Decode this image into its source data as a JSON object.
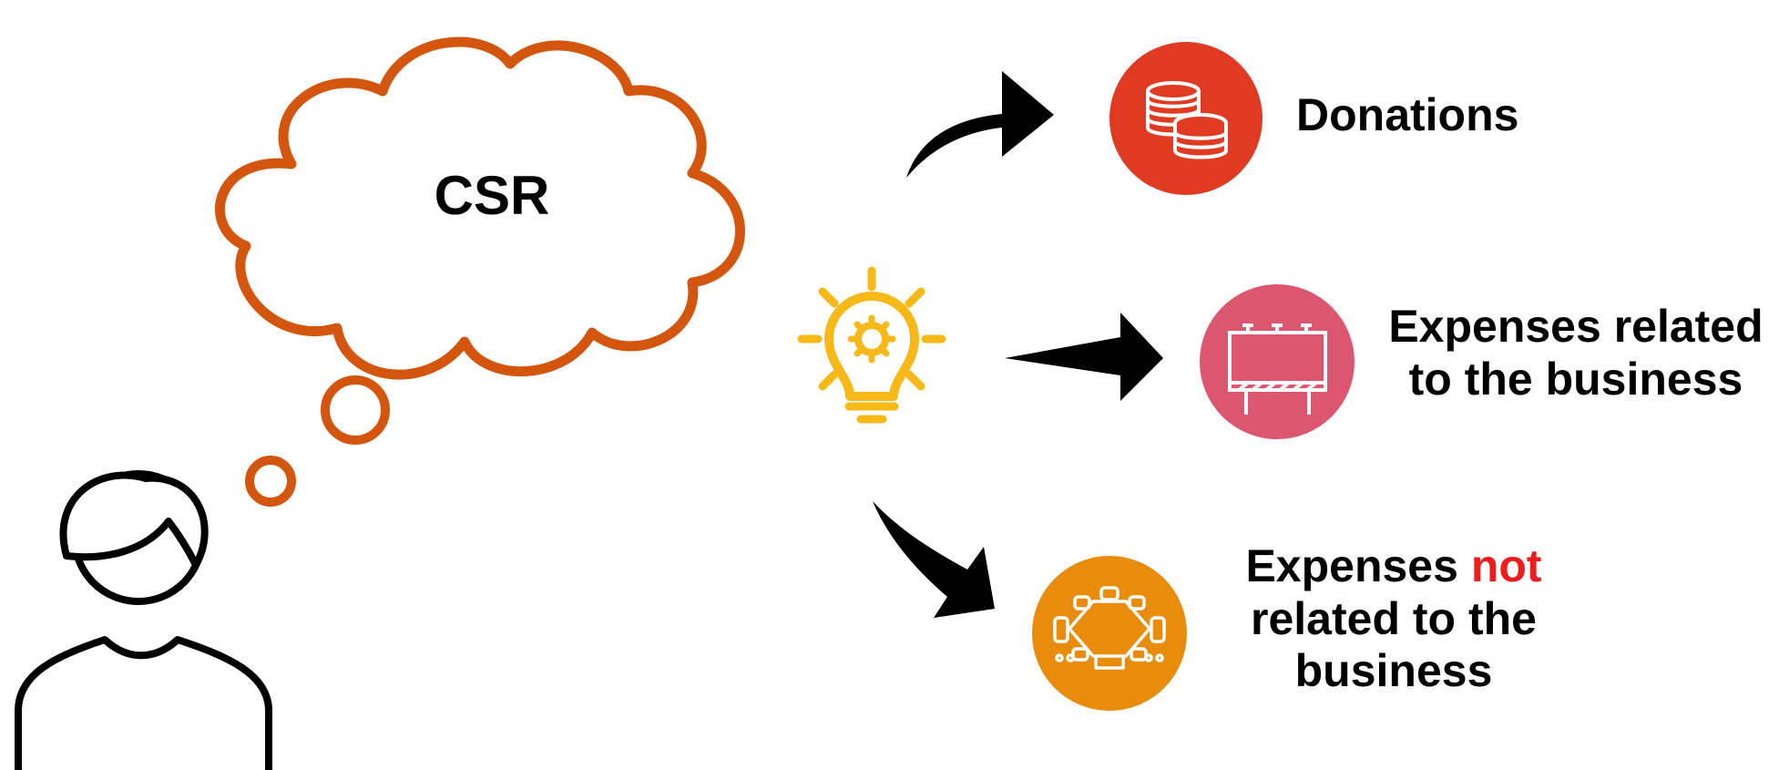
{
  "thought": {
    "text": "CSR"
  },
  "outcomes": [
    {
      "line1": "Donations",
      "icon": "coins-icon",
      "color": "#e03a22"
    },
    {
      "line1": "Expenses related",
      "line2": "to the business",
      "icon": "billboard-icon",
      "color": "#dc566f"
    },
    {
      "line1_prefix": "Expenses ",
      "line1_highlight": "not",
      "line2": "related to the",
      "line3": "business",
      "icon": "conference-table-icon",
      "color": "#e98c0b"
    }
  ],
  "colors": {
    "cloud": "#d4560e",
    "bulb": "#f6b917",
    "arrow": "#000000",
    "highlight": "#ee1c1c"
  }
}
